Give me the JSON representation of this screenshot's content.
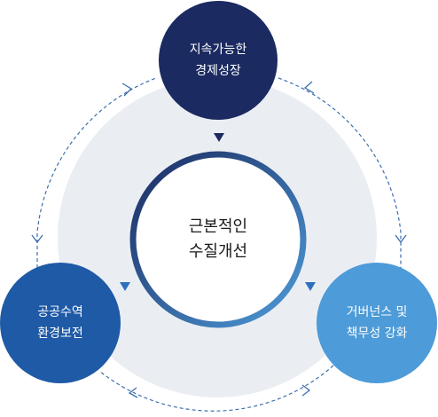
{
  "diagram": {
    "center": {
      "label": "근본적인\n수질개선"
    },
    "nodes": [
      {
        "id": "top",
        "label": "지속가능한\n경제성장",
        "color": "#1b2a60"
      },
      {
        "id": "left",
        "label": "공공수역\n환경보전",
        "color": "#1e5aa6"
      },
      {
        "id": "right",
        "label": "거버넌스 및\n책무성 강화",
        "color": "#4d9bd8"
      }
    ],
    "colors": {
      "background_disc": "#eaeef3",
      "cycle_line": "#3e6fae",
      "inward_arrow_top": "#1b2a60",
      "inward_arrow_side": "#2f6fbe",
      "ring_gradient_start": "#1b2a60",
      "ring_gradient_end": "#4d9bd8"
    }
  }
}
